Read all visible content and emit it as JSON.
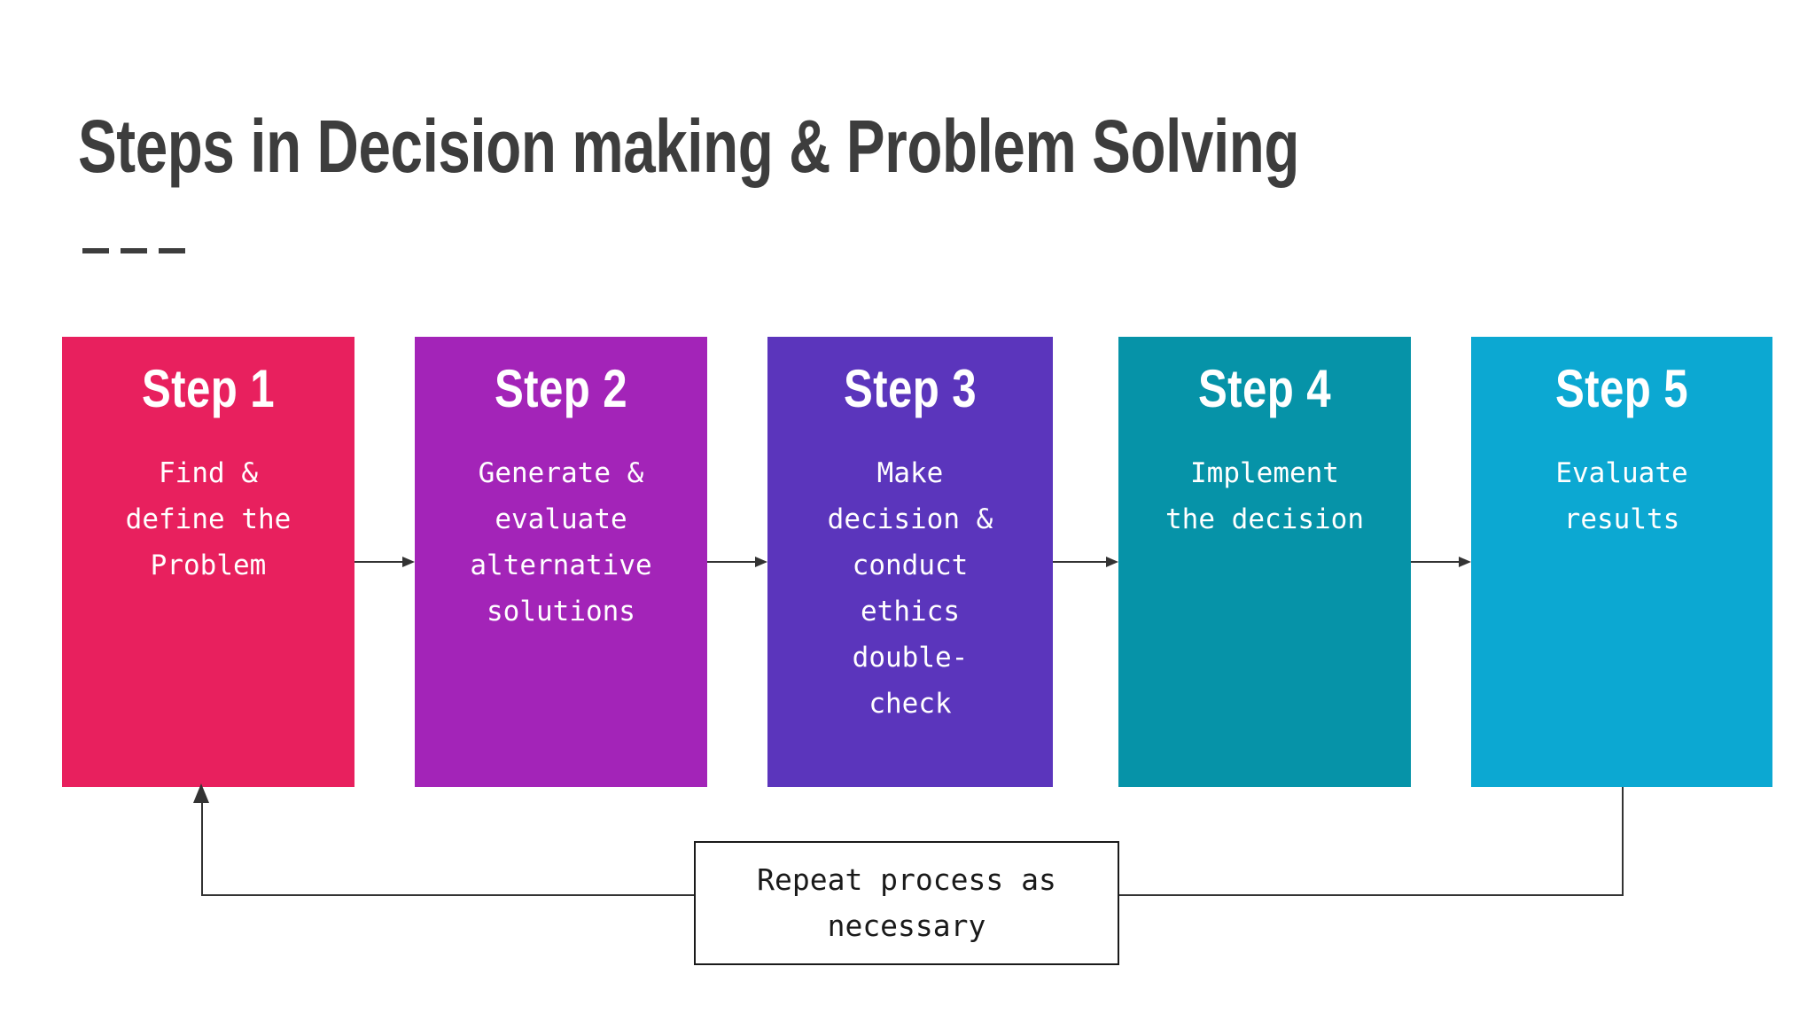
{
  "slide": {
    "title": "Steps in Decision making & Problem Solving",
    "background_color": "#ffffff",
    "title_color": "#3d3d3d",
    "rule_dash_count": 3
  },
  "steps": [
    {
      "id": "step-1",
      "title": "Step 1",
      "body": "Find &\ndefine the\nProblem",
      "color": "#E8205E"
    },
    {
      "id": "step-2",
      "title": "Step 2",
      "body": "Generate &\nevaluate\nalternative\nsolutions",
      "color": "#A324B8"
    },
    {
      "id": "step-3",
      "title": "Step 3",
      "body": "Make\ndecision &\nconduct\nethics\ndouble-\ncheck",
      "color": "#5B35BC"
    },
    {
      "id": "step-4",
      "title": "Step 4",
      "body": "Implement\nthe decision",
      "color": "#0693A8"
    },
    {
      "id": "step-5",
      "title": "Step 5",
      "body": "Evaluate\nresults",
      "color": "#0CA8D2"
    }
  ],
  "feedback": {
    "label": "Repeat process as\nnecessary",
    "border_color": "#1a1a1a",
    "line_color": "#333333"
  }
}
